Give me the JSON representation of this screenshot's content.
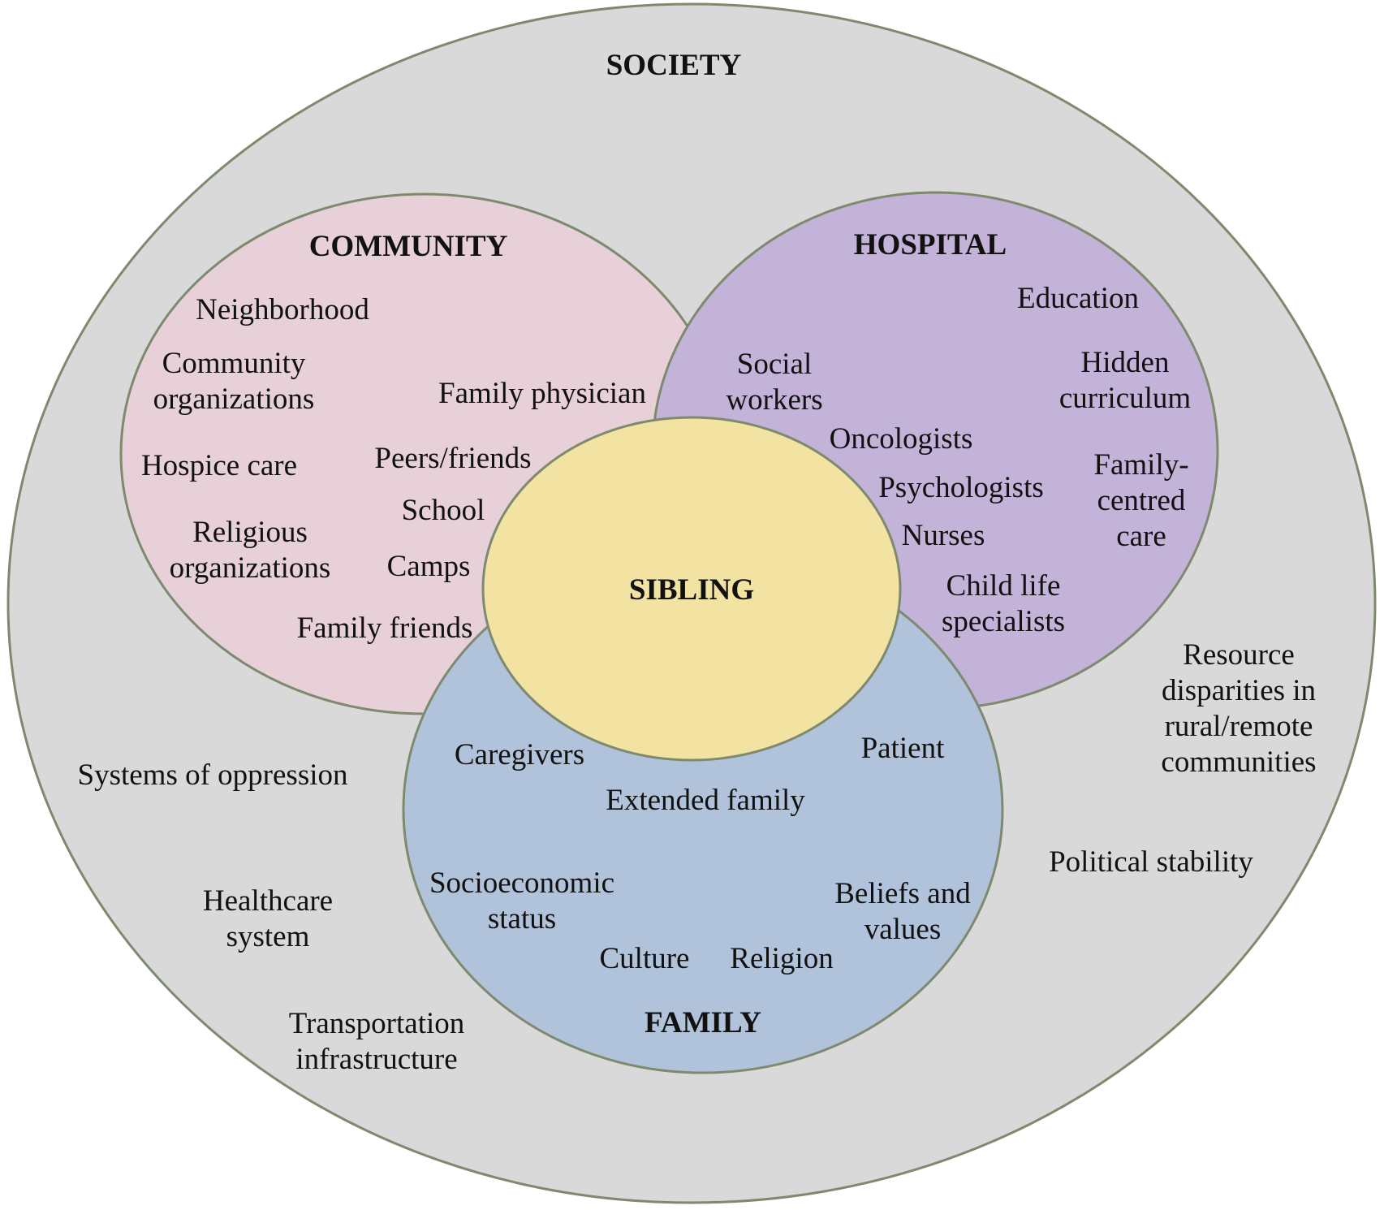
{
  "colors": {
    "society_fill": "#d9d9d9",
    "community_fill": "#e8d0d9",
    "hospital_fill": "#c3b3d8",
    "family_fill": "#b1c3da",
    "sibling_fill": "#f3e3a3",
    "outline": "#7d8a6e"
  },
  "society": {
    "title": "SOCIETY",
    "items": {
      "systems_of_oppression": [
        "Systems of oppression"
      ],
      "healthcare_system": [
        "Healthcare",
        "system"
      ],
      "transportation_infrastructure": [
        "Transportation",
        "infrastructure"
      ],
      "resource_disparities": [
        "Resource",
        "disparities in",
        "rural/remote",
        "communities"
      ],
      "political_stability": [
        "Political stability"
      ]
    }
  },
  "community": {
    "title": "COMMUNITY",
    "items": {
      "neighborhood": [
        "Neighborhood"
      ],
      "community_organizations": [
        "Community",
        "organizations"
      ],
      "family_physician": [
        "Family physician"
      ],
      "hospice_care": [
        "Hospice care"
      ],
      "peers_friends": [
        "Peers/friends"
      ],
      "school": [
        "School"
      ],
      "religious_organizations": [
        "Religious",
        "organizations"
      ],
      "camps": [
        "Camps"
      ],
      "family_friends": [
        "Family friends"
      ]
    }
  },
  "hospital": {
    "title": "HOSPITAL",
    "items": {
      "education": [
        "Education"
      ],
      "social_workers": [
        "Social",
        "workers"
      ],
      "hidden_curriculum": [
        "Hidden",
        "curriculum"
      ],
      "oncologists": [
        "Oncologists"
      ],
      "psychologists": [
        "Psychologists"
      ],
      "family_centred_care": [
        "Family-",
        "centred",
        "care"
      ],
      "nurses": [
        "Nurses"
      ],
      "child_life_specialists": [
        "Child life",
        "specialists"
      ]
    }
  },
  "family": {
    "title": "FAMILY",
    "items": {
      "caregivers": [
        "Caregivers"
      ],
      "patient": [
        "Patient"
      ],
      "extended_family": [
        "Extended family"
      ],
      "socioeconomic_status": [
        "Socioeconomic",
        "status"
      ],
      "beliefs_and_values": [
        "Beliefs and",
        "values"
      ],
      "culture": [
        "Culture"
      ],
      "religion": [
        "Religion"
      ]
    }
  },
  "sibling": {
    "title": "SIBLING"
  }
}
